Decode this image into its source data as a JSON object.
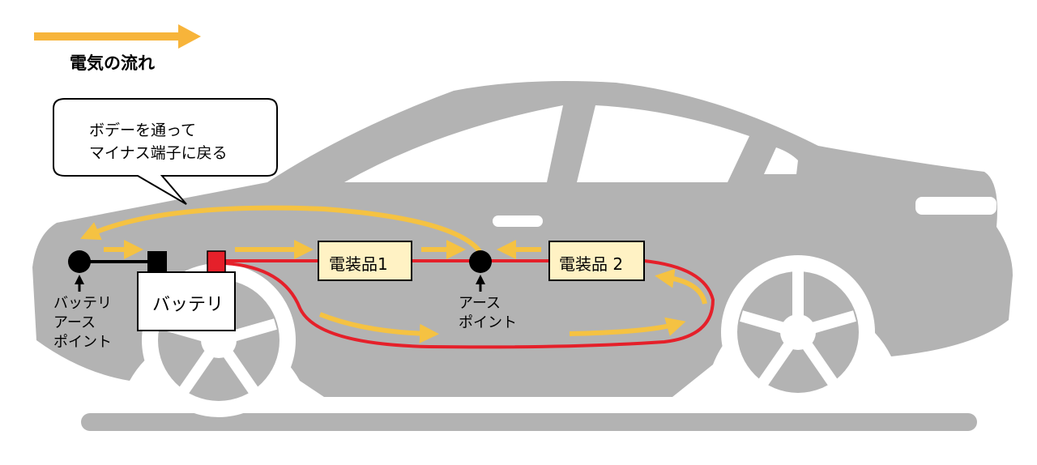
{
  "legend": {
    "label": "電気の流れ",
    "arrow_color": "#F7B43A"
  },
  "callout": {
    "line1": "ボデーを通って",
    "line2": "マイナス端子に戻る"
  },
  "battery": {
    "label": "バッテリ"
  },
  "battery_earth": {
    "line1": "バッテリ",
    "line2": "アース",
    "line3": "ポイント"
  },
  "earth_point": {
    "line1": "アース",
    "line2": "ポイント"
  },
  "device1": {
    "label": "電装品1"
  },
  "device2": {
    "label": "電装品 2"
  },
  "colors": {
    "body": "#B3B3B3",
    "wire_positive": "#E5202A",
    "flow": "#F5C242",
    "box": "#FFF2C4"
  }
}
